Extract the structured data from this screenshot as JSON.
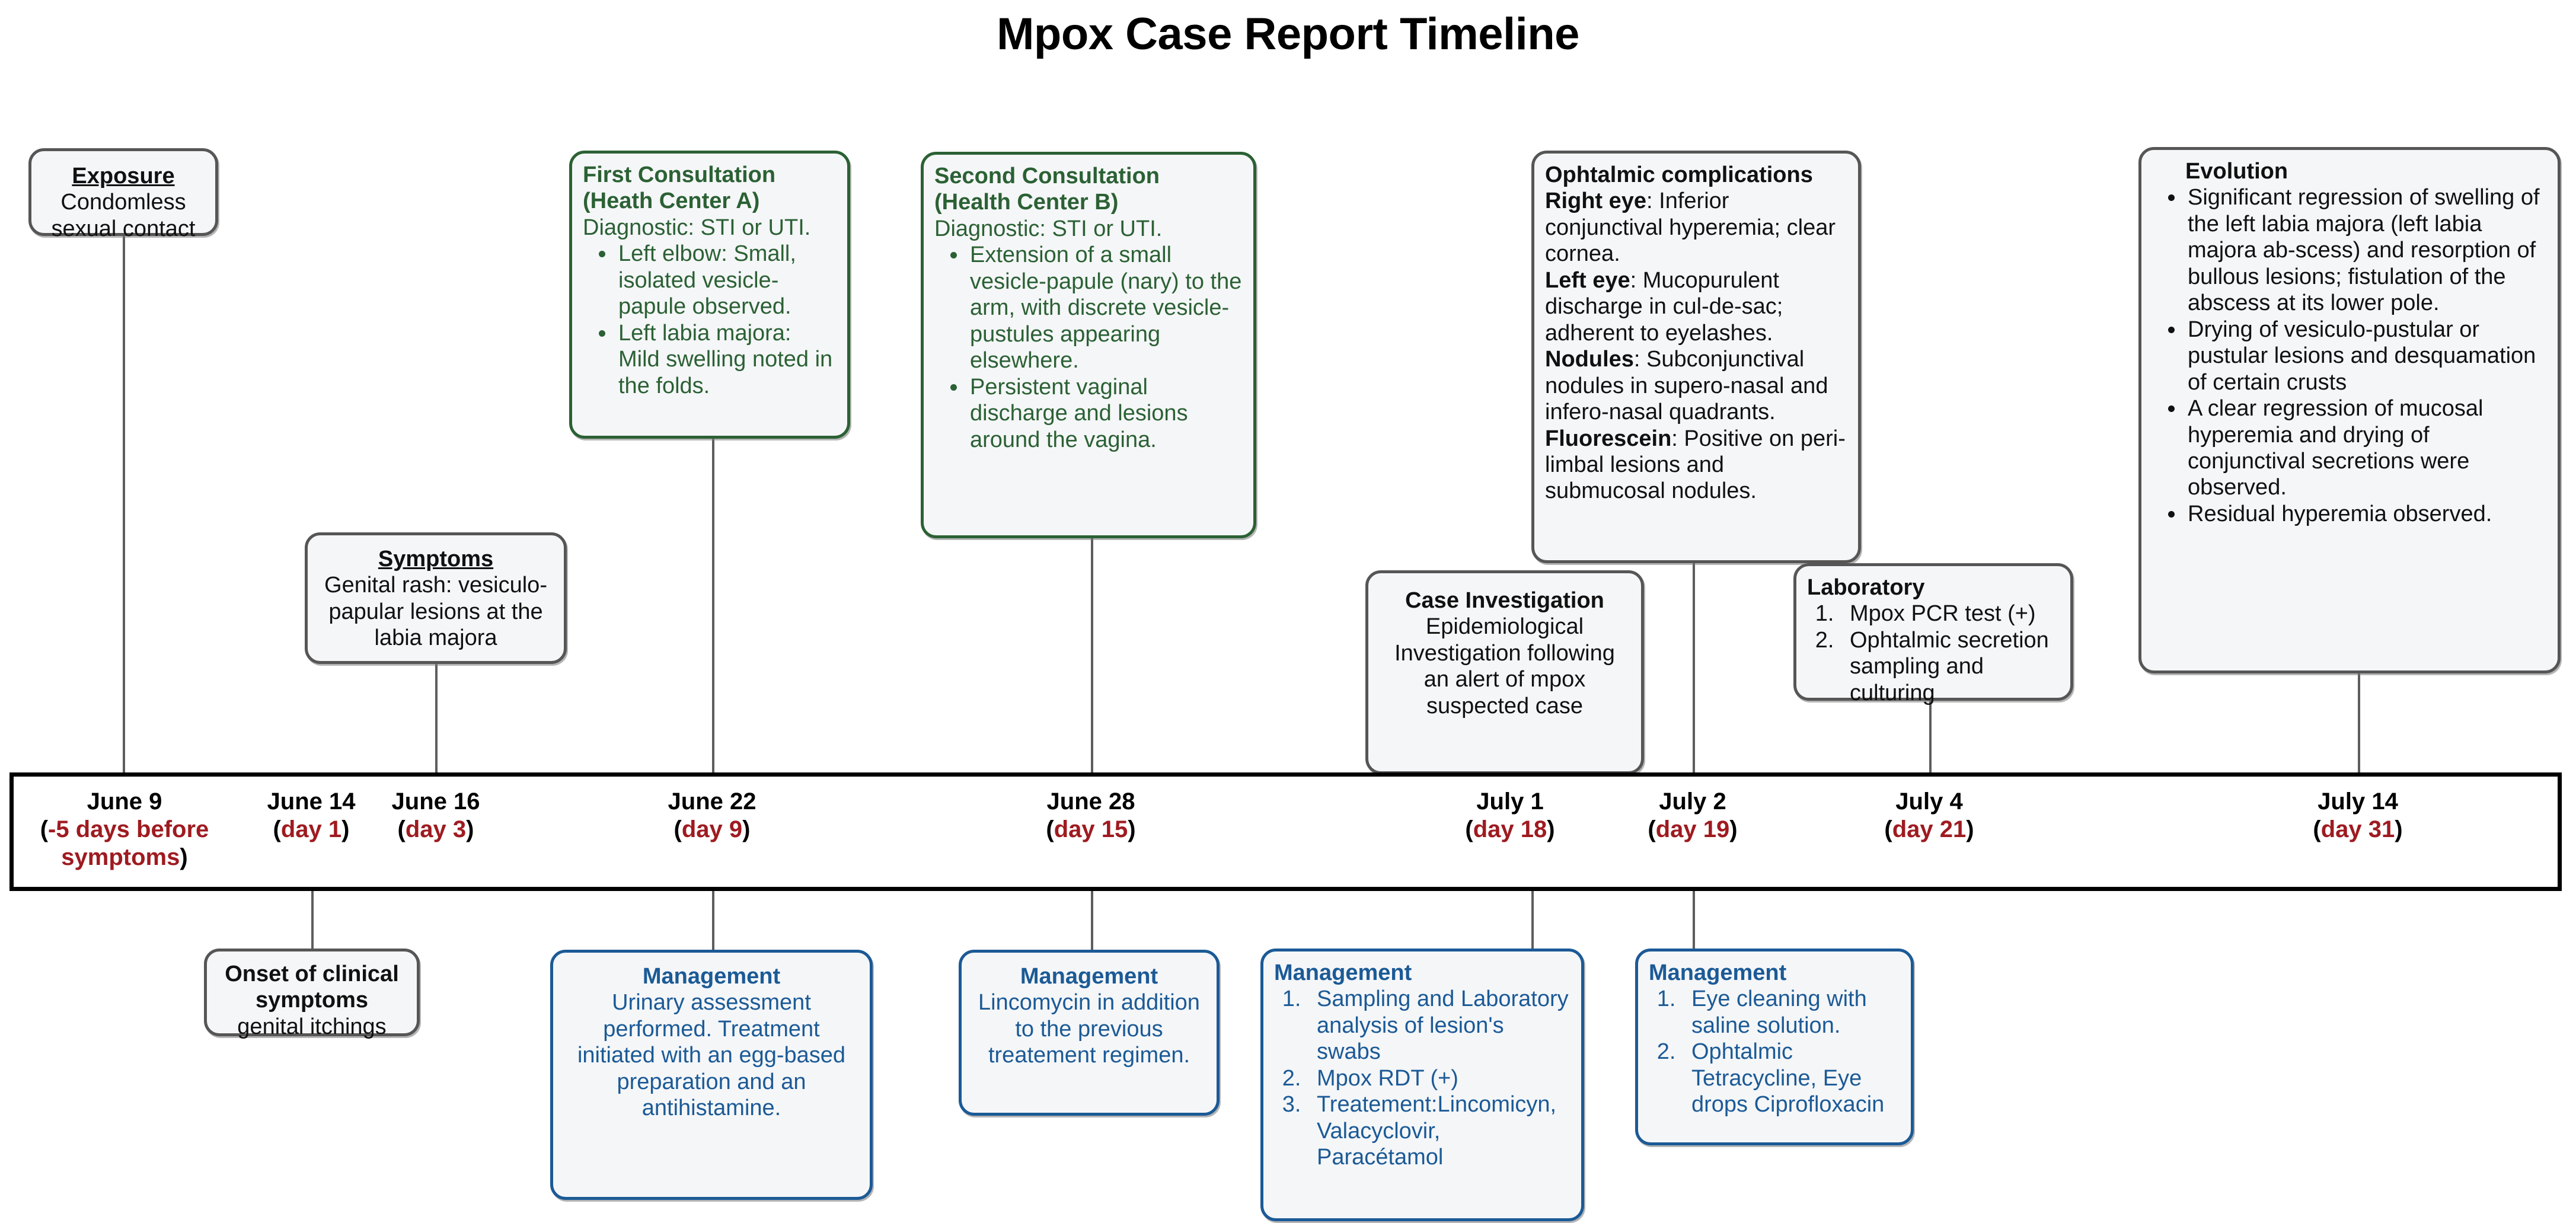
{
  "title": "Mpox Case Report Timeline",
  "colors": {
    "neutral_border": "#565656",
    "green_border": "#2b6134",
    "blue_border": "#1b5a96",
    "day_red": "#9e1b20",
    "card_fill": "#f5f6f8",
    "bar_border": "#000000"
  },
  "timeline": {
    "ticks": [
      {
        "date": "June 9",
        "day": "-5 days before symptoms",
        "paren_open": "(",
        "paren_close": ")"
      },
      {
        "date": "June 14",
        "day": "day 1",
        "paren_open": "(",
        "paren_close": ")"
      },
      {
        "date": "June 16",
        "day": "day 3",
        "paren_open": "(",
        "paren_close": ")"
      },
      {
        "date": "June 22",
        "day": "day 9",
        "paren_open": "(",
        "paren_close": ")"
      },
      {
        "date": "June 28",
        "day": "day 15",
        "paren_open": "(",
        "paren_close": ")"
      },
      {
        "date": "July 1",
        "day": "day 18",
        "paren_open": "(",
        "paren_close": ")"
      },
      {
        "date": "July 2",
        "day": "day 19",
        "paren_open": "(",
        "paren_close": ")"
      },
      {
        "date": "July 4",
        "day": "day 21",
        "paren_open": "(",
        "paren_close": ")"
      },
      {
        "date": "July 14",
        "day": "day 31",
        "paren_open": "(",
        "paren_close": ")"
      }
    ]
  },
  "above": {
    "exposure": {
      "heading": "Exposure",
      "line1": "Condomless",
      "line2": "sexual contact"
    },
    "symptoms": {
      "heading": "Symptoms",
      "body": "Genital rash: vesiculo-papular lesions at the labia majora"
    },
    "first_consultation": {
      "heading_line1": "First Consultation",
      "heading_line2": "(Heath Center A)",
      "diagnostic": "Diagnostic: STI or UTI.",
      "bullets": [
        "Left elbow: Small, isolated vesicle-papule observed.",
        "Left labia majora: Mild swelling noted in the folds."
      ]
    },
    "second_consultation": {
      "heading_line1": "Second Consultation",
      "heading_line2": "(Health Center B)",
      "diagnostic": "Diagnostic: STI or UTI.",
      "bullets": [
        "Extension of a small vesicle-papule (nary) to the arm, with discrete vesicle-pustules appearing elsewhere.",
        "Persistent vaginal discharge and lesions around the vagina."
      ]
    },
    "ophtalmic": {
      "heading": "Ophtalmic complications",
      "rows": [
        {
          "label": "Right eye",
          "text": ": Inferior conjunctival hyperemia; clear cornea."
        },
        {
          "label": "Left eye",
          "text": ": Mucopurulent discharge in cul-de-sac; adherent to eyelashes."
        },
        {
          "label": "Nodules",
          "text": ": Subconjunctival nodules in supero-nasal and infero-nasal quadrants."
        },
        {
          "label": "Fluorescein",
          "text": ": Positive on peri-limbal lesions and submucosal nodules."
        }
      ]
    },
    "case_investigation": {
      "heading": "Case Investigation",
      "body": "Epidemiological Investigation following an alert of mpox suspected case"
    },
    "laboratory": {
      "heading": "Laboratory",
      "items": [
        "Mpox PCR test (+)",
        "Ophtalmic secretion sampling and culturing"
      ]
    },
    "evolution": {
      "heading": "Evolution",
      "bullets": [
        "Significant regression of swelling of the left labia majora (left labia majora ab-scess) and resorption of bullous lesions; fistulation of the abscess at its lower pole.",
        "Drying of vesiculo-pustular or pustular lesions and desquamation of certain crusts",
        "A clear regression of mucosal hyperemia and drying of conjunctival secretions were observed.",
        "Residual hyperemia  observed."
      ]
    }
  },
  "below": {
    "onset": {
      "heading_line1": "Onset of clinical",
      "heading_line2": "symptoms",
      "body": "genital itchings"
    },
    "management_day9": {
      "heading": "Management",
      "body": "Urinary assessment performed. Treatment initiated with an egg-based preparation and an antihistamine."
    },
    "management_day15": {
      "heading": "Management",
      "body": "Lincomycin in addition to the previous treatement regimen."
    },
    "management_day18": {
      "heading": "Management",
      "items": [
        "Sampling and Laboratory analysis of lesion's swabs",
        "Mpox RDT (+)",
        "Treatement:Lincomicyn, Valacyclovir, Paracétamol"
      ]
    },
    "management_day19": {
      "heading": "Management",
      "items": [
        "Eye cleaning with saline solution.",
        "Ophtalmic Tetracycline, Eye drops Ciprofloxacin"
      ]
    }
  }
}
